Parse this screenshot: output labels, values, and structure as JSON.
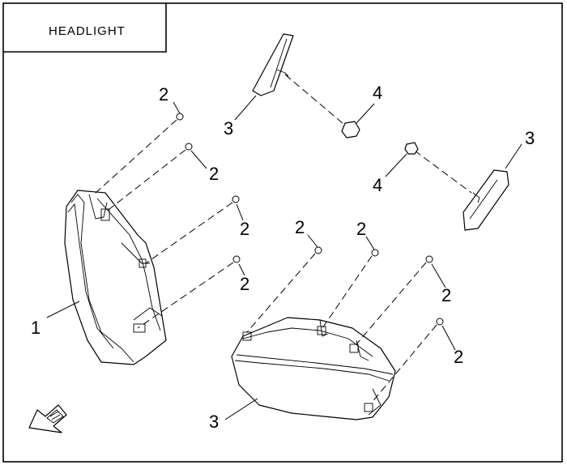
{
  "title": "HEADLIGHT",
  "callouts": [
    {
      "id": "c1",
      "label": "1"
    },
    {
      "id": "c2a",
      "label": "2"
    },
    {
      "id": "c2b",
      "label": "2"
    },
    {
      "id": "c2c",
      "label": "2"
    },
    {
      "id": "c2d",
      "label": "2"
    },
    {
      "id": "c2e",
      "label": "2"
    },
    {
      "id": "c2f",
      "label": "2"
    },
    {
      "id": "c2g",
      "label": "2"
    },
    {
      "id": "c2h",
      "label": "2"
    },
    {
      "id": "c3a",
      "label": "3"
    },
    {
      "id": "c3b",
      "label": "3"
    },
    {
      "id": "c3c",
      "label": "3"
    },
    {
      "id": "c4a",
      "label": "4"
    },
    {
      "id": "c4b",
      "label": "4"
    }
  ],
  "icons": {
    "orientation": "front-arrow-icon"
  }
}
